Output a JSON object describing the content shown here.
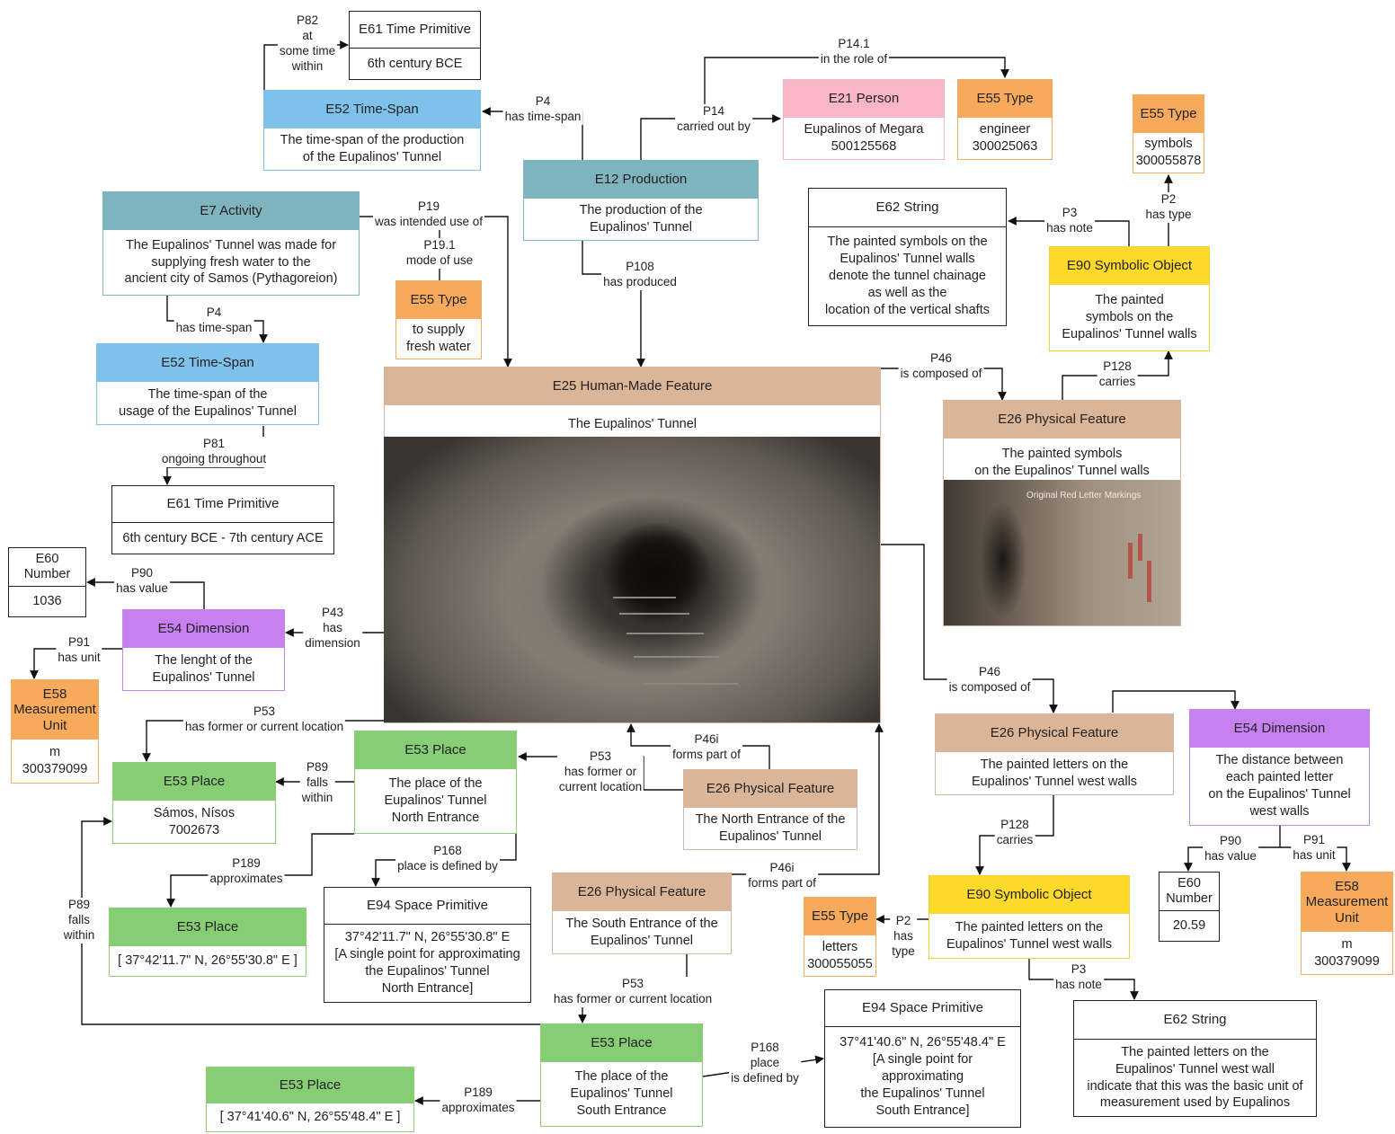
{
  "nodes": {
    "e61_tp_top": {
      "cls": "E61 Time Primitive",
      "val": "6th century BCE"
    },
    "e52_ts_top": {
      "cls": "E52 Time-Span",
      "val": "The time-span of the production\nof the Eupalinos' Tunnel"
    },
    "e12": {
      "cls": "E12 Production",
      "val": "The production of the\nEupalinos' Tunnel"
    },
    "e21": {
      "cls": "E21 Person",
      "val": "Eupalinos of Megara\n500125568"
    },
    "e55_engineer": {
      "cls": "E55 Type",
      "val": "engineer\n300025063"
    },
    "e55_symbols": {
      "cls": "E55 Type",
      "val": "symbols\n300055878"
    },
    "e7": {
      "cls": "E7 Activity",
      "val": "The Eupalinos' Tunnel was made for\nsupplying fresh water to the\nancient city of Samos (Pythagoreion)"
    },
    "e55_water": {
      "cls": "E55 Type",
      "val": "to supply\nfresh water"
    },
    "e62_symbols": {
      "cls": "E62 String",
      "val": "The painted symbols on the\nEupalinos' Tunnel walls\ndenote the tunnel chainage\nas well as the\nlocation of the vertical shafts"
    },
    "e90_symbols": {
      "cls": "E90 Symbolic Object",
      "val": "The painted\nsymbols on the\nEupalinos' Tunnel walls"
    },
    "e52_ts_usage": {
      "cls": "E52 Time-Span",
      "val": "The time-span of the\nusage of the Eupalinos' Tunnel"
    },
    "e25": {
      "cls": "E25 Human-Made Feature",
      "val": "The Eupalinos' Tunnel"
    },
    "e26_symbols": {
      "cls": "E26 Physical Feature",
      "val": "The painted symbols\non the Eupalinos' Tunnel walls"
    },
    "e61_tp_usage": {
      "cls": "E61 Time Primitive",
      "val": "6th century BCE - 7th century ACE"
    },
    "e60_length": {
      "cls": "E60\nNumber",
      "val": "1036"
    },
    "e54_length": {
      "cls": "E54 Dimension",
      "val": "The lenght of  the\nEupalinos' Tunnel"
    },
    "e58_length": {
      "cls": "E58\nMeasurement\nUnit",
      "val": "m\n300379099"
    },
    "e53_samos": {
      "cls": "E53 Place",
      "val": "Sámos, Nísos\n7002673"
    },
    "e53_north": {
      "cls": "E53 Place",
      "val": "The place of the\nEupalinos' Tunnel\nNorth Entrance"
    },
    "e26_north": {
      "cls": "E26 Physical Feature",
      "val": "The North Entrance of the\nEupalinos' Tunnel"
    },
    "e26_letters": {
      "cls": "E26 Physical Feature",
      "val": "The painted letters on the\nEupalinos' Tunnel west walls"
    },
    "e54_distance": {
      "cls": "E54 Dimension",
      "val": "The distance between\neach painted letter\non  the Eupalinos' Tunnel\nwest walls"
    },
    "e53_north_coord": {
      "cls": "E53 Place",
      "val": "[ 37°42'11.7\" N, 26°55'30.8\" E ]"
    },
    "e94_north": {
      "cls": "E94 Space Primitive",
      "val": "37°42'11.7\" N, 26°55'30.8\" E\n[A single point for approximating\nthe Eupalinos' Tunnel\nNorth Entrance]"
    },
    "e26_south": {
      "cls": "E26 Physical Feature",
      "val": "The South Entrance of the\nEupalinos' Tunnel"
    },
    "e55_letters": {
      "cls": "E55 Type",
      "val": "letters\n300055055"
    },
    "e90_letters": {
      "cls": "E90 Symbolic Object",
      "val": "The painted letters on the\nEupalinos' Tunnel west walls"
    },
    "e60_distance": {
      "cls": "E60\nNumber",
      "val": "20.59"
    },
    "e58_distance": {
      "cls": "E58\nMeasurement\nUnit",
      "val": "m\n300379099"
    },
    "e53_south": {
      "cls": "E53 Place",
      "val": "The place of the\nEupalinos' Tunnel\nSouth Entrance"
    },
    "e94_south": {
      "cls": "E94 Space Primitive",
      "val": "37°41'40.6\" N, 26°55'48.4\" E\n[A single point for\napproximating\nthe Eupalinos' Tunnel\nSouth Entrance]"
    },
    "e62_letters": {
      "cls": "E62 String",
      "val": "The painted letters on the\nEupalinos' Tunnel west wall\nindicate that this was the basic unit of\nmeasurement used by Eupalinos"
    },
    "e53_south_coord": {
      "cls": "E53 Place",
      "val": "[ 37°41'40.6\" N, 26°55'48.4\" E ]"
    }
  },
  "edges": {
    "p82": "P82\nat\nsome time\nwithin",
    "p4_top": "P4\nhas time-span",
    "p14_1": "P14.1\nin the role of",
    "p14": "P14\ncarried out by",
    "p19": "P19\nwas intended use of",
    "p19_1": "P19.1\nmode of use",
    "p108": "P108\nhas produced",
    "p3_symbols": "P3\nhas note",
    "p2_symbols": "P2\nhas type",
    "p4_usage": "P4\nhas time-span",
    "p46_top": "P46\nis composed of",
    "p128_symbols": "P128\ncarries",
    "p81": "P81\nongoing throughout",
    "p90_length": "P90\nhas value",
    "p43": "P43\nhas\ndimension",
    "p91_length": "P91\nhas unit",
    "p53_main": "P53\nhas former or current location",
    "p46_letters": "P46\nis composed of",
    "p46i_north": "P46i\nforms part of",
    "p89_north": "P89\nfalls\nwithin",
    "p53_north": "P53\nhas former or\ncurrent location",
    "p128_letters": "P128\ncarries",
    "p189_north": "P189\napproximates",
    "p168_north": "P168\nplace is  defined by",
    "p90_distance": "P90\nhas value",
    "p91_distance": "P91\nhas unit",
    "p46i_south": "P46i\nforms part of",
    "p89_south": "P89\nfalls\nwithin",
    "p2_letters": "P2\nhas\ntype",
    "p3_letters": "P3\nhas note",
    "p53_south": "P53\nhas former or current location",
    "p168_south": "P168\nplace\nis defined by",
    "p189_south": "P189\napproximates"
  },
  "photos": {
    "symbols_caption": "Original Red Letter Markings"
  }
}
